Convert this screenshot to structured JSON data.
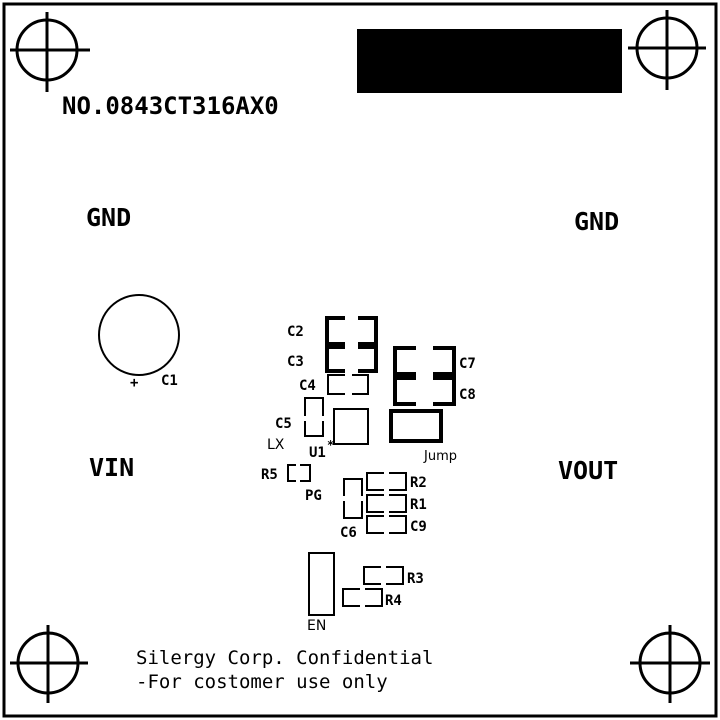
{
  "board": {
    "part_number": "NO.0843CT316AX0",
    "terminals": {
      "gnd_left": "GND",
      "gnd_right": "GND",
      "vin": "VIN",
      "vout": "VOUT"
    },
    "footer": {
      "line1": "Silergy Corp. Confidential",
      "line2": "-For costomer use only"
    },
    "silkscreen_color": "#000000",
    "background_color": "#ffffff"
  },
  "components": {
    "c1_plus": "+",
    "c1": "C1",
    "c2": "C2",
    "c3": "C3",
    "c4": "C4",
    "c5": "C5",
    "c6": "C6",
    "c7": "C7",
    "c8": "C8",
    "c9": "C9",
    "r1": "R1",
    "r2": "R2",
    "r3": "R3",
    "r4": "R4",
    "r5": "R5",
    "u1": "U1",
    "u1_pin1_mark": "*",
    "lx": "LX",
    "pg": "PG",
    "jump": "Jump",
    "en": "EN"
  }
}
